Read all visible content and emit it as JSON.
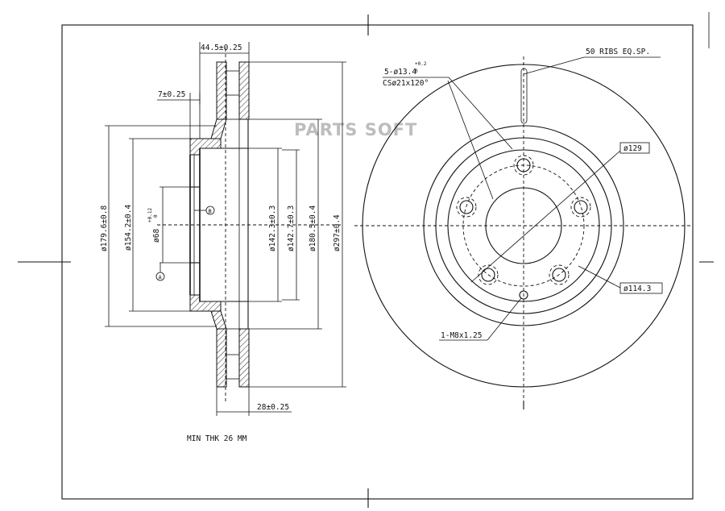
{
  "watermark": "PARTS SOFT",
  "note": "MIN THK 26 MM",
  "side_view": {
    "overall_width": "44.5±0.25",
    "hat_thickness": "7±0.25",
    "rotor_width": "28±0.25",
    "d_179_6": "ø179.6±0.8",
    "d_154_2": "ø154.2±0.4",
    "d_68_main": "ø68",
    "d_68_tol": "+0.12",
    "d_68_tol0": "0",
    "d_142_3": "ø142.3±0.3",
    "d_142_7": "ø142.7±0.3",
    "d_180_5": "ø180.5±0.4",
    "d_297": "ø297±0.4",
    "datum_a": "A",
    "datum_b": "B"
  },
  "front_view": {
    "ribs": "50 RIBS EQ.SP.",
    "holes_main": "5-ø13.4",
    "holes_tol": "+0.2",
    "holes_tol0": "0",
    "countersink": "CSø21x120°",
    "d_129": "ø129",
    "pcd": "ø114.3",
    "thread": "1-M8x1.25"
  }
}
